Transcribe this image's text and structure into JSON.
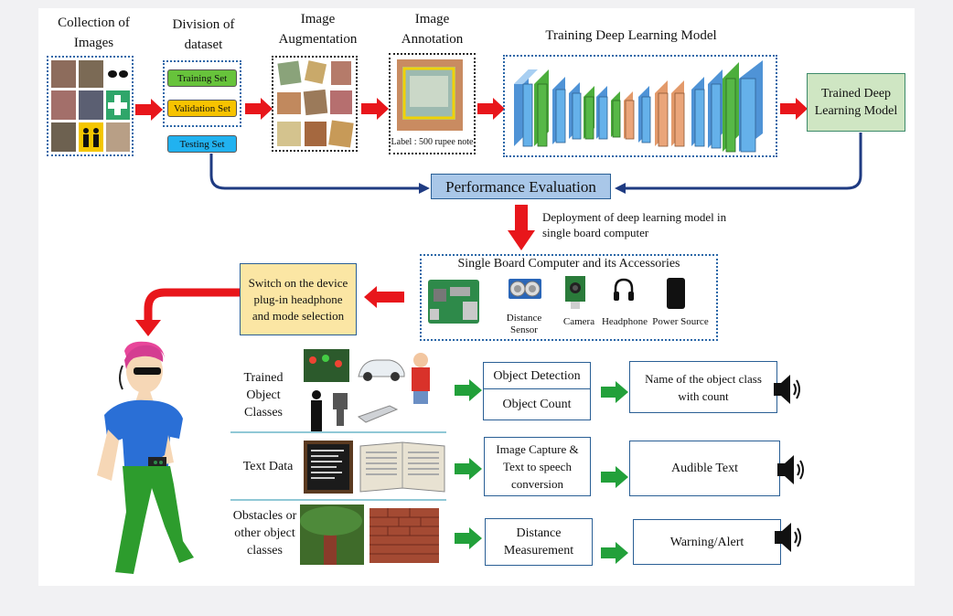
{
  "headers": {
    "collection": "Collection of Images",
    "division": "Division of dataset",
    "augmentation": "Image Augmentation",
    "annotation": "Image Annotation",
    "training": "Training Deep Learning Model"
  },
  "sets": {
    "training": "Training Set",
    "validation": "Validation Set",
    "testing": "Testing Set"
  },
  "annotation_label": "Label : 500 rupee note",
  "trained_model": "Trained Deep Learning Model",
  "performance": "Performance Evaluation",
  "deployment": "Deployment of deep learning model in single board computer",
  "sbc": {
    "title": "Single Board Computer and its Accessories",
    "items": [
      "Distance Sensor",
      "Camera",
      "Headphone",
      "Power Source"
    ]
  },
  "switch_box": "Switch on the device plug-in headphone and mode selection",
  "rows": {
    "objects_label": "Trained Object Classes",
    "object_detection": "Object Detection",
    "object_count": "Object Count",
    "object_output": "Name of the object class with count",
    "text_label": "Text Data",
    "text_process": "Image Capture & Text to speech conversion",
    "text_output": "Audible Text",
    "obstacle_label": "Obstacles or other object classes",
    "distance_process": "Distance Measurement",
    "obstacle_output": "Warning/Alert"
  },
  "colors": {
    "training_set": "#67c33b",
    "validation_set": "#f7c300",
    "testing_set": "#21b2f0",
    "trained_model_fill": "#cfe6c3",
    "performance_fill": "#a9c7e8",
    "switch_fill": "#fbe6a4",
    "arrow_red": "#e8161b",
    "arrow_green": "#22a03a",
    "arrow_navy": "#1f3b82"
  }
}
